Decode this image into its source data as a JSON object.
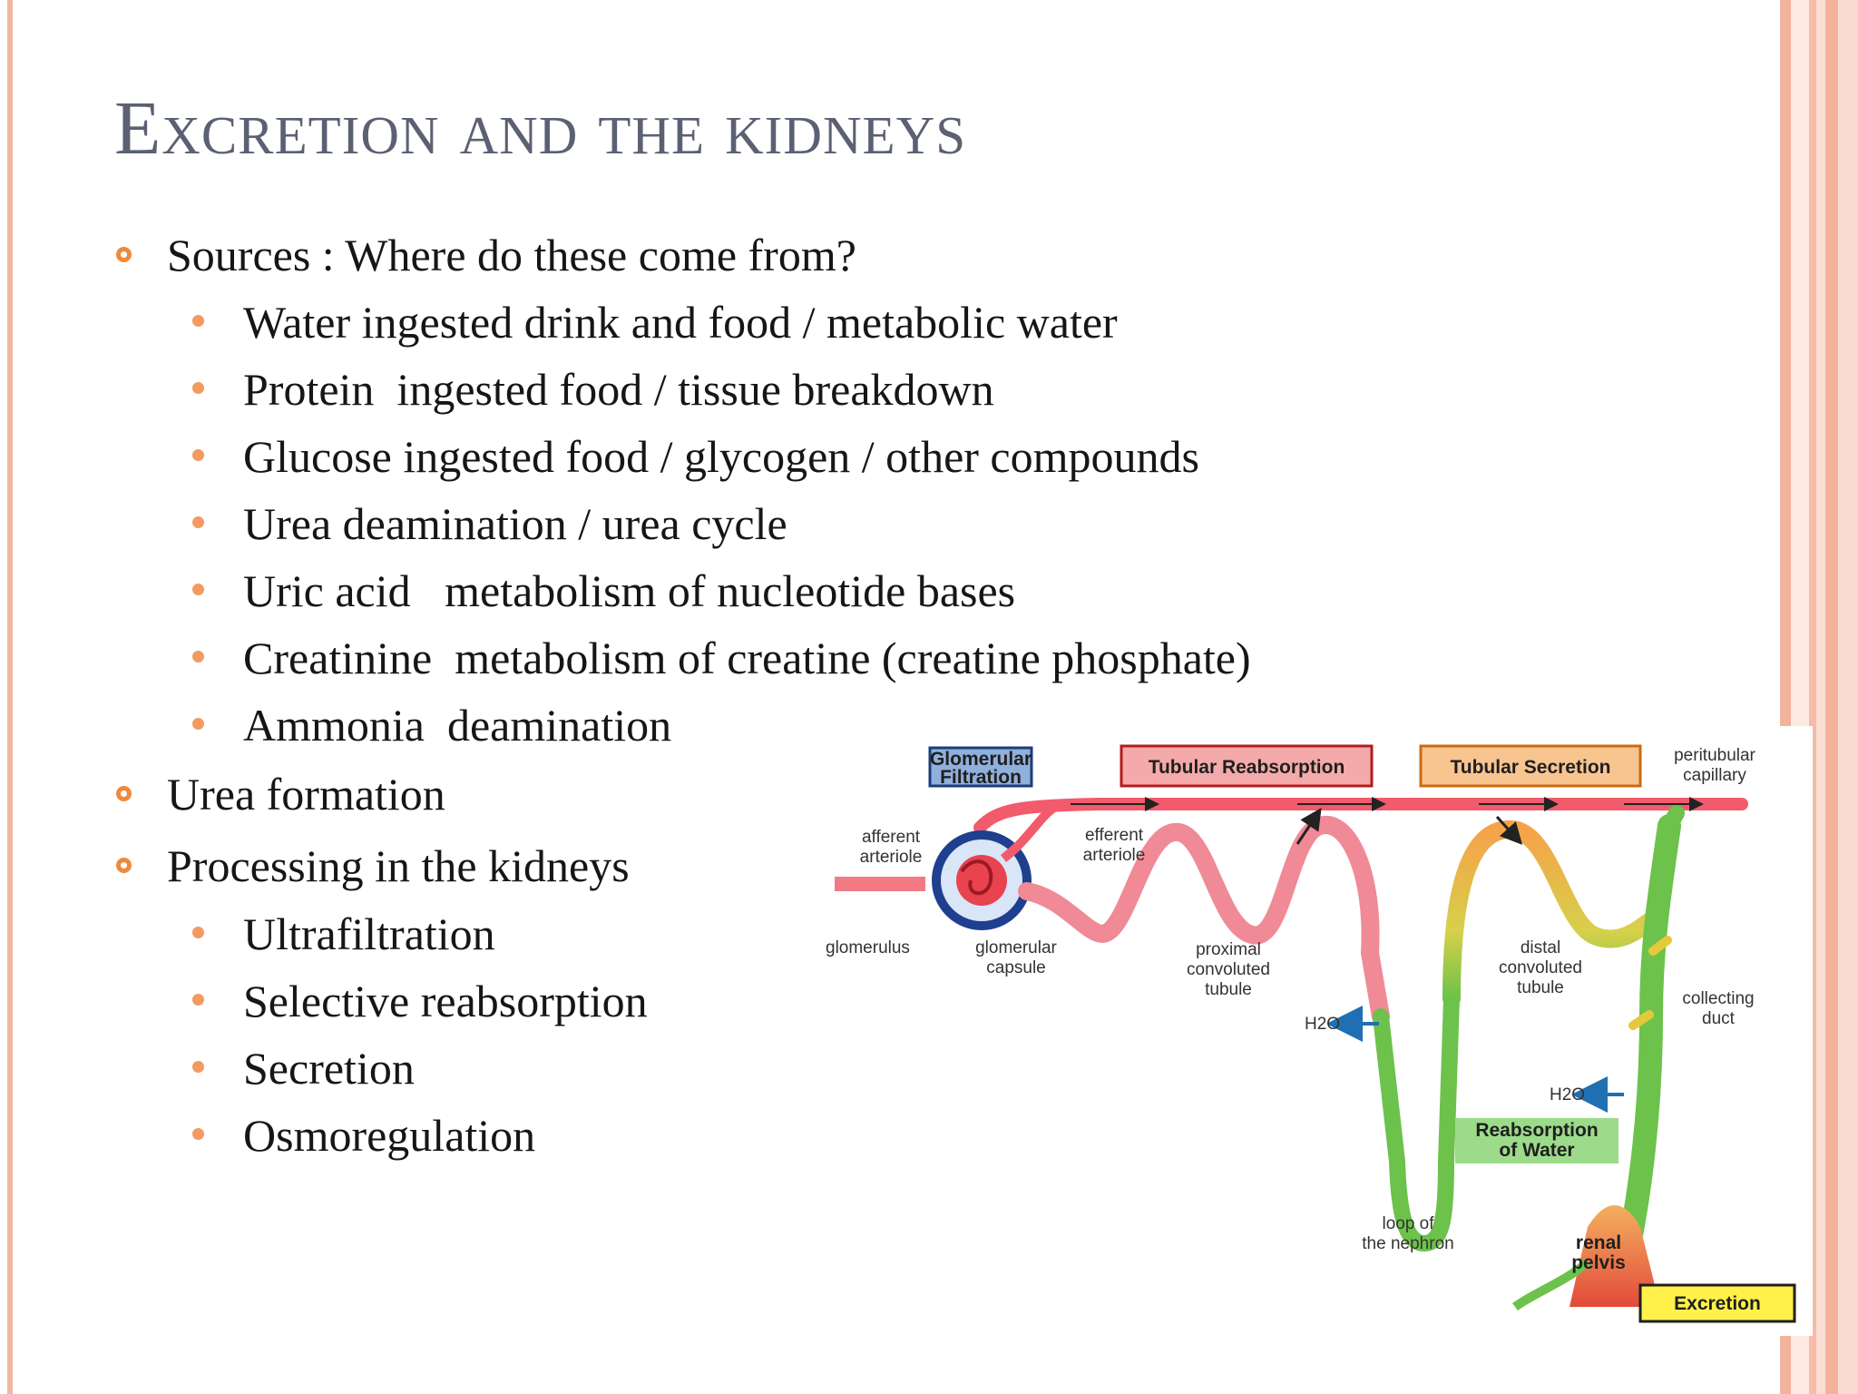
{
  "slide": {
    "title": "Excretion and the kidneys",
    "bullets": [
      {
        "level": 1,
        "text": "Sources : Where do these come from?"
      },
      {
        "level": 2,
        "text": "Water ingested drink and food / metabolic water"
      },
      {
        "level": 2,
        "text": "Protein  ingested food / tissue breakdown"
      },
      {
        "level": 2,
        "text": "Glucose ingested food / glycogen / other compounds"
      },
      {
        "level": 2,
        "text": "Urea deamination / urea cycle"
      },
      {
        "level": 2,
        "text": "Uric acid   metabolism of nucleotide bases"
      },
      {
        "level": 2,
        "text": "Creatinine  metabolism of creatine (creatine phosphate)"
      },
      {
        "level": 2,
        "text": "Ammonia  deamination"
      },
      {
        "level": 1,
        "text": "Urea formation"
      },
      {
        "level": 1,
        "text": "Processing in the kidneys"
      },
      {
        "level": 2,
        "text": "Ultrafiltration"
      },
      {
        "level": 2,
        "text": "Selective reabsorption"
      },
      {
        "level": 2,
        "text": "Secretion"
      },
      {
        "level": 2,
        "text": "Osmoregulation"
      }
    ]
  },
  "diagram": {
    "headers": {
      "glomerular_filtration": [
        "Glomerular",
        "Filtration"
      ],
      "tubular_reabsorption": "Tubular Reabsorption",
      "tubular_secretion": "Tubular Secretion",
      "excretion": "Excretion",
      "reabsorption_of_water": [
        "Reabsorption",
        "of Water"
      ]
    },
    "labels": {
      "peritubular_capillary": [
        "peritubular",
        "capillary"
      ],
      "afferent_arteriole": [
        "afferent",
        "arteriole"
      ],
      "efferent_arteriole": [
        "efferent",
        "arteriole"
      ],
      "glomerulus": "glomerulus",
      "glomerular_capsule": [
        "glomerular",
        "capsule"
      ],
      "proximal_tubule": [
        "proximal",
        "convoluted",
        "tubule"
      ],
      "distal_tubule": [
        "distal",
        "convoluted",
        "tubule"
      ],
      "collecting_duct": [
        "collecting",
        "duct"
      ],
      "loop_of_nephron": [
        "loop of",
        "the nephron"
      ],
      "renal_pelvis": [
        "renal",
        "pelvis"
      ],
      "water": "H2O"
    },
    "colors": {
      "capillary": "#f25b6c",
      "proximal": "#f08a96",
      "distal": "#f5a24a",
      "collecting": "#6cc24a",
      "arrow": "#1f6fb2",
      "gf_header": "#8fb0dc",
      "tr_header": "#f4aaaa",
      "ts_header": "#f8c490",
      "excretion_header": "#fff04a"
    }
  }
}
